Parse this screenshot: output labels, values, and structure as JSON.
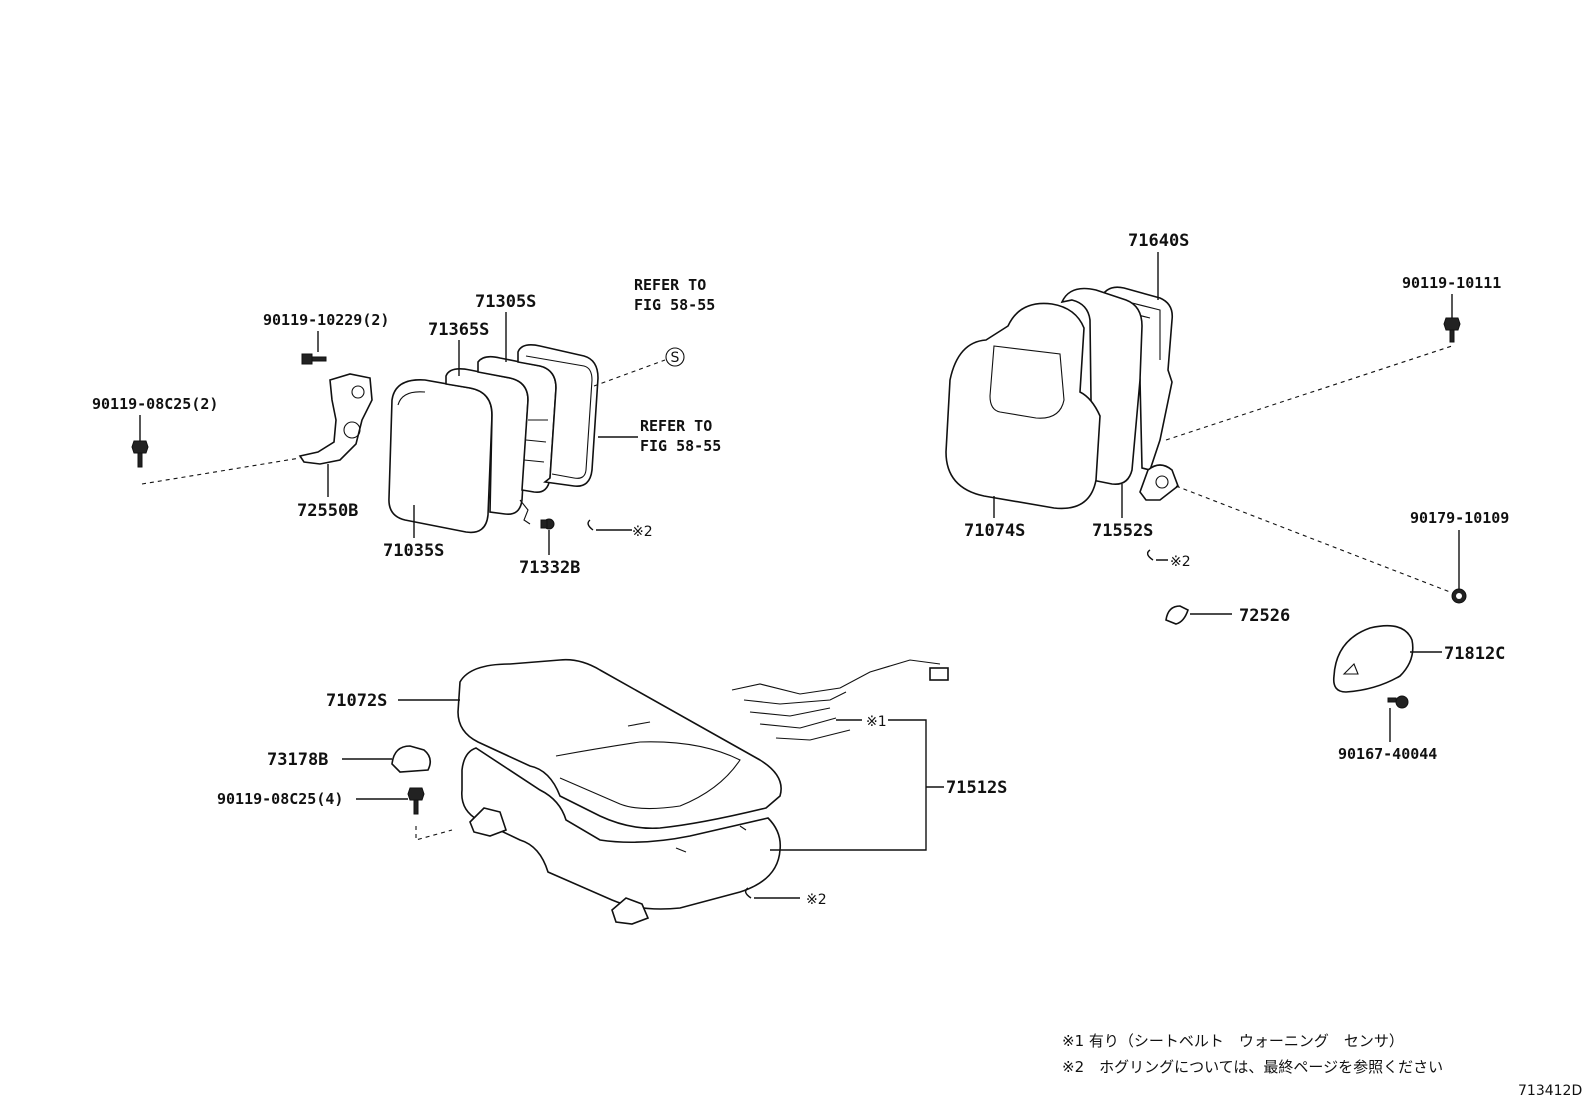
{
  "parts": {
    "p71640S": "71640S",
    "p90119_10111": "90119-10111",
    "p90119_10229": "90119-10229(2)",
    "p71305S": "71305S",
    "p71365S": "71365S",
    "p90119_08C25_2": "90119-08C25(2)",
    "p72550B": "72550B",
    "p71035S": "71035S",
    "p71332B": "71332B",
    "p71074S": "71074S",
    "p71552S": "71552S",
    "p90179_10109": "90179-10109",
    "p72526": "72526",
    "p71812C": "71812C",
    "p90167_40044": "90167-40044",
    "p71072S": "71072S",
    "p73178B": "73178B",
    "p90119_08C25_4": "90119-08C25(4)",
    "p71512S": "71512S"
  },
  "refs": {
    "ref1_line1": "REFER TO",
    "ref1_line2": "FIG 58-55",
    "ref2_line1": "REFER TO",
    "ref2_line2": "FIG 58-55",
    "s_mark": "S"
  },
  "marks": {
    "m2_a": "※2",
    "m2_b": "※2",
    "m2_c": "※2",
    "m1": "※1"
  },
  "notes": {
    "note1": "※1 有り（シートベルト　ウォーニング　センサ）",
    "note2": "※2　ホグリングについては、最終ページを参照ください"
  },
  "figure_code": "713412D"
}
